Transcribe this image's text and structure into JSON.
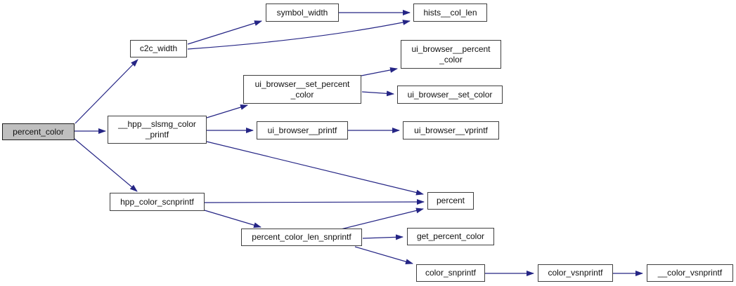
{
  "diagram": {
    "kind": "call-graph",
    "root": "percent_color",
    "background_color": "#ffffff",
    "edge_color": "#191970",
    "node_fill_color": "#ffffff",
    "node_border_color": "#000000",
    "highlight_fill_color": "#bfbfbf"
  },
  "nodes": [
    {
      "id": "percent_color",
      "label": "percent_color",
      "highlighted": true
    },
    {
      "id": "c2c_width",
      "label": "c2c_width"
    },
    {
      "id": "symbol_width",
      "label": "symbol_width"
    },
    {
      "id": "hists__col_len",
      "label": "hists__col_len"
    },
    {
      "id": "ui_browser__percent_color",
      "label": "ui_browser__percent\n_color"
    },
    {
      "id": "ui_browser__set_percent_color",
      "label": "ui_browser__set_percent\n_color"
    },
    {
      "id": "ui_browser__set_color",
      "label": "ui_browser__set_color"
    },
    {
      "id": "__hpp__slsmg_color_printf",
      "label": "__hpp__slsmg_color\n_printf"
    },
    {
      "id": "ui_browser__printf",
      "label": "ui_browser__printf"
    },
    {
      "id": "ui_browser__vprintf",
      "label": "ui_browser__vprintf"
    },
    {
      "id": "hpp_color_scnprintf",
      "label": "hpp_color_scnprintf"
    },
    {
      "id": "percent",
      "label": "percent"
    },
    {
      "id": "percent_color_len_snprintf",
      "label": "percent_color_len_snprintf"
    },
    {
      "id": "get_percent_color",
      "label": "get_percent_color"
    },
    {
      "id": "color_snprintf",
      "label": "color_snprintf"
    },
    {
      "id": "color_vsnprintf",
      "label": "color_vsnprintf"
    },
    {
      "id": "__color_vsnprintf",
      "label": "__color_vsnprintf"
    }
  ],
  "edges": [
    {
      "from": "percent_color",
      "to": "c2c_width"
    },
    {
      "from": "percent_color",
      "to": "__hpp__slsmg_color_printf"
    },
    {
      "from": "percent_color",
      "to": "hpp_color_scnprintf"
    },
    {
      "from": "c2c_width",
      "to": "symbol_width"
    },
    {
      "from": "c2c_width",
      "to": "hists__col_len"
    },
    {
      "from": "symbol_width",
      "to": "hists__col_len"
    },
    {
      "from": "__hpp__slsmg_color_printf",
      "to": "ui_browser__set_percent_color"
    },
    {
      "from": "__hpp__slsmg_color_printf",
      "to": "ui_browser__printf"
    },
    {
      "from": "__hpp__slsmg_color_printf",
      "to": "percent"
    },
    {
      "from": "ui_browser__set_percent_color",
      "to": "ui_browser__percent_color"
    },
    {
      "from": "ui_browser__set_percent_color",
      "to": "ui_browser__set_color"
    },
    {
      "from": "ui_browser__printf",
      "to": "ui_browser__vprintf"
    },
    {
      "from": "hpp_color_scnprintf",
      "to": "percent"
    },
    {
      "from": "hpp_color_scnprintf",
      "to": "percent_color_len_snprintf"
    },
    {
      "from": "percent_color_len_snprintf",
      "to": "percent"
    },
    {
      "from": "percent_color_len_snprintf",
      "to": "get_percent_color"
    },
    {
      "from": "percent_color_len_snprintf",
      "to": "color_snprintf"
    },
    {
      "from": "color_snprintf",
      "to": "color_vsnprintf"
    },
    {
      "from": "color_vsnprintf",
      "to": "__color_vsnprintf"
    }
  ]
}
